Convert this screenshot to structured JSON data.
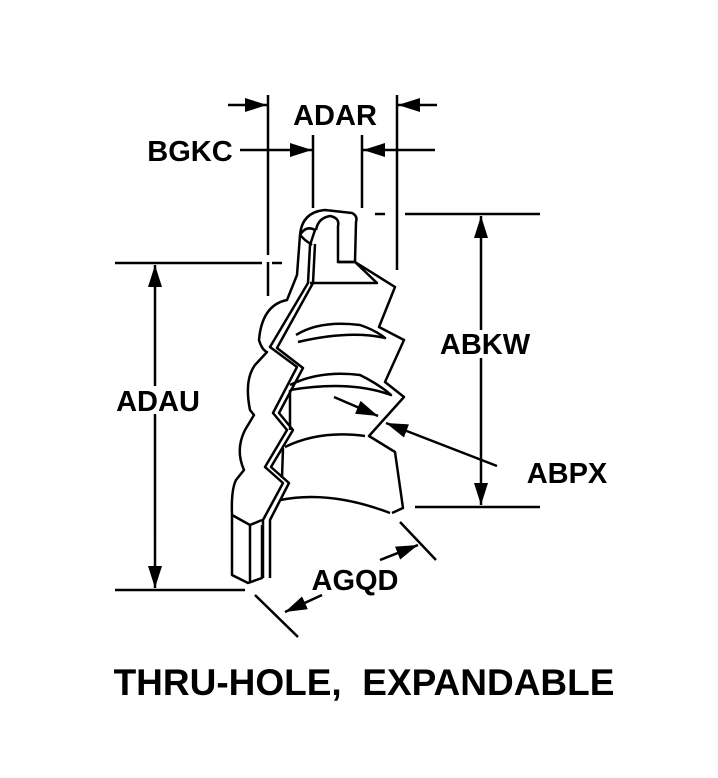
{
  "title": "THRU-HOLE,  EXPANDABLE",
  "labels": {
    "adar": "ADAR",
    "bgkc": "BGKC",
    "abkw": "ABKW",
    "adau": "ADAU",
    "abpx": "ABPX",
    "agqd": "AGQD"
  }
}
